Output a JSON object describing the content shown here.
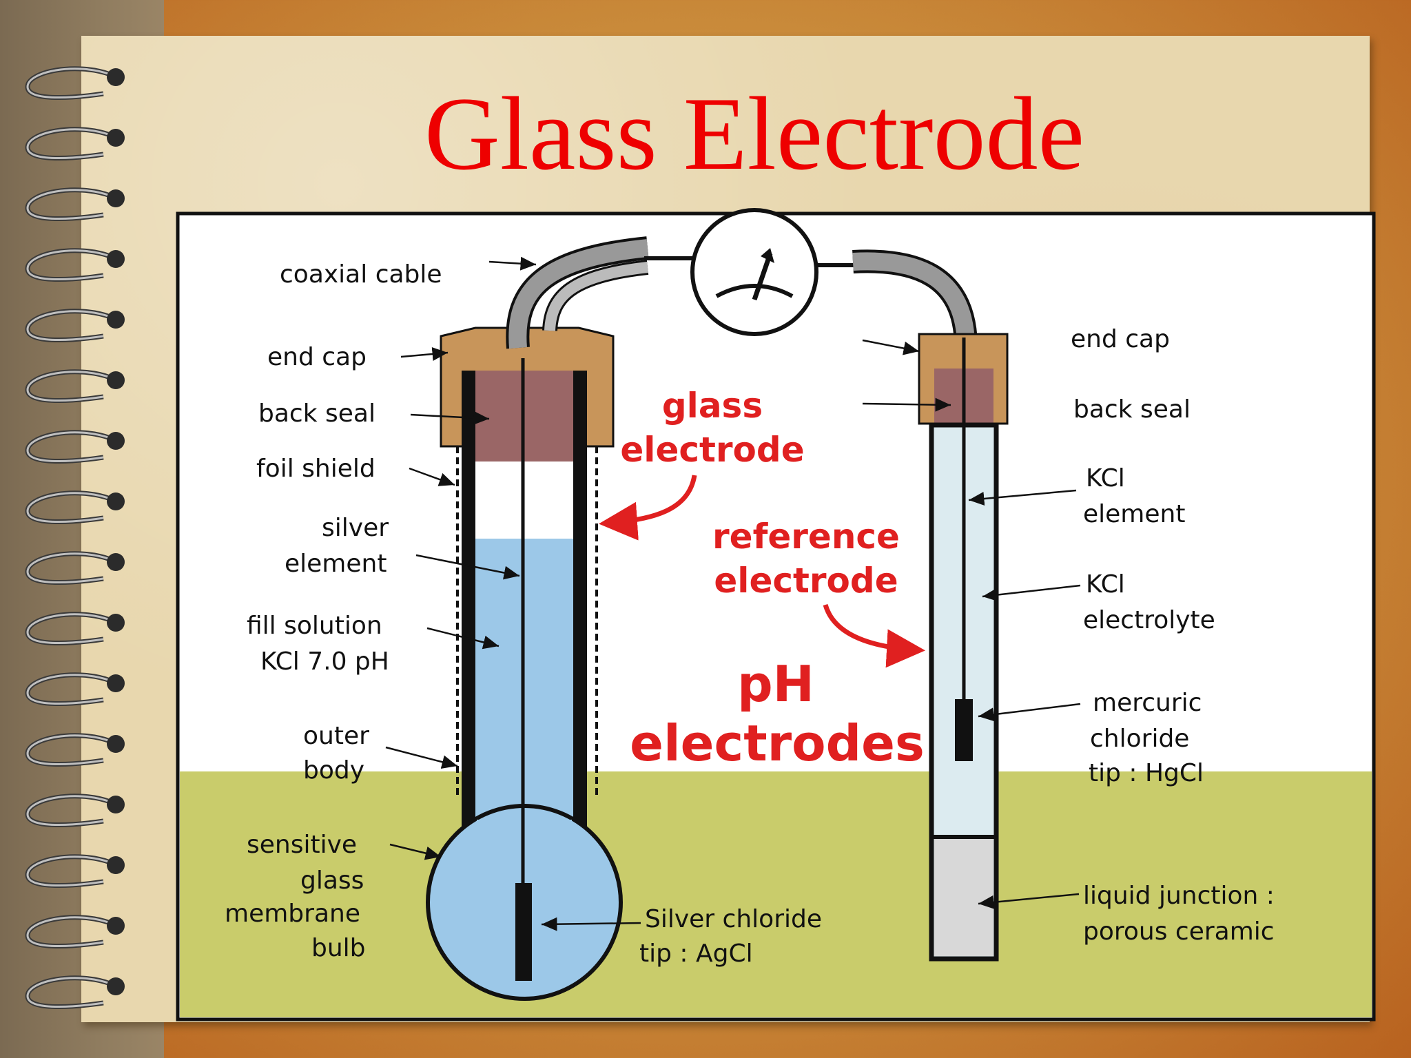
{
  "title": "Glass Electrode",
  "labels": {
    "coaxial_cable": "coaxial cable",
    "end_cap_left": "end cap",
    "back_seal_left": "back seal",
    "foil_shield": "foil shield",
    "silver_element": [
      "silver",
      "element"
    ],
    "fill_solution": [
      "fill solution",
      "KCl 7.0 pH"
    ],
    "outer_body": [
      "outer",
      "body"
    ],
    "sensitive_glass": [
      "sensitive",
      "glass",
      "membrane",
      "bulb"
    ],
    "silver_chloride": [
      "Silver chloride",
      "tip : AgCl"
    ],
    "end_cap_right": "end cap",
    "back_seal_right": "back seal",
    "kcl_element": [
      "KCl",
      "element"
    ],
    "kcl_electrolyte": [
      "KCl",
      "electrolyte"
    ],
    "mercuric_chloride": [
      "mercuric",
      "chloride",
      "tip : HgCl"
    ],
    "liquid_junction": [
      "liquid junction :",
      "porous ceramic"
    ],
    "glass_electrode": [
      "glass",
      "electrode"
    ],
    "reference_electrode": [
      "reference",
      "electrode"
    ],
    "ph_electrodes": [
      "pH",
      "electrodes"
    ]
  },
  "colors": {
    "title": "#ee0000",
    "callout": "#e02020",
    "solution": "#9cc8e8",
    "cap": "#c8955a",
    "seal": "#9a6666",
    "ground": "#c9cc6b",
    "tube": "#dcebf0",
    "ceramic": "#d8d8d8"
  },
  "icons": [
    "spiral-binding-icon",
    "meter-icon"
  ]
}
